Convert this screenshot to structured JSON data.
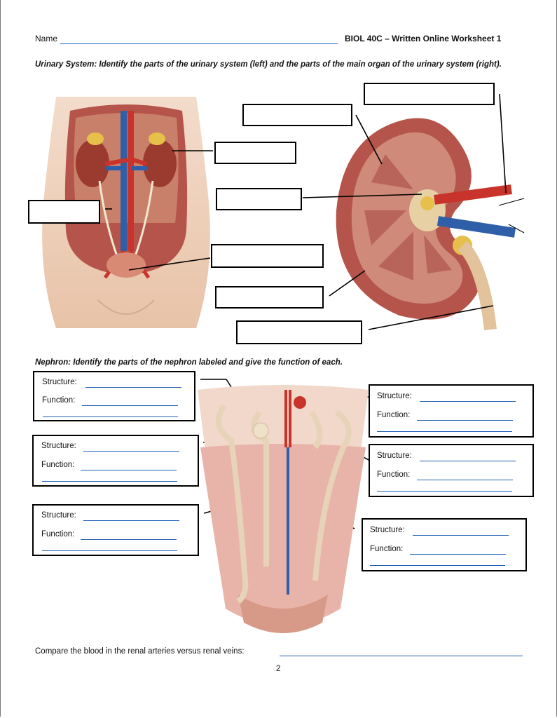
{
  "header": {
    "name_label": "Name",
    "course_title": "BIOL 40C – Written Online Worksheet 1"
  },
  "urinary": {
    "instructions": "Urinary System: Identify the parts of the urinary system (left) and the parts of the main organ of the urinary system (right)."
  },
  "nephron": {
    "instructions": "Nephron: Identify the parts of the nephron labeled and give the function of each.",
    "structure_label": "Structure:",
    "function_label": "Function:"
  },
  "footer": {
    "compare_question": "Compare the blood in the renal arteries versus renal veins:",
    "page_number": "2"
  },
  "colors": {
    "answer_line": "#1f5fb5",
    "artery": "#c8332b",
    "vein": "#2e5fa8",
    "kidney_tissue": "#b5544a",
    "skin": "#efd2bd"
  }
}
